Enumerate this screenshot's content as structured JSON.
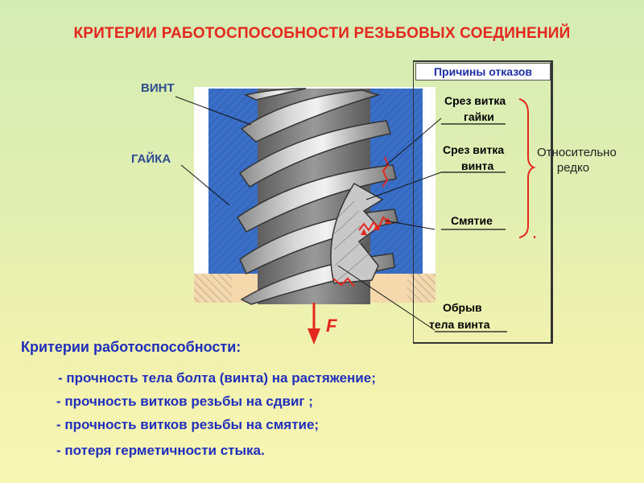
{
  "title": "КРИТЕРИИ РАБОТОСПОСОБНОСТИ РЕЗЬБОВЫХ СОЕДИНЕНИЙ",
  "parts": {
    "screw": "ВИНТ",
    "nut": "ГАЙКА"
  },
  "causes": {
    "header": "Причины отказов",
    "nut_thread_shear_line1": "Срез витка",
    "nut_thread_shear_line2": "гайки",
    "screw_thread_shear_line1": "Срез витка",
    "screw_thread_shear_line2": "винта",
    "crushing": "Смятие",
    "break_line1": "Обрыв",
    "break_line2": "тела винта",
    "relatively_rare_line1": "Относительно",
    "relatively_rare_line2": "редко"
  },
  "force_label": "F",
  "criteria": {
    "heading": "Критерии работоспособности:",
    "items": [
      "- прочность тела болта (винта) на растяжение;",
      "- прочность витков резьбы на сдвиг ;",
      "- прочность витков резьбы на смятие;",
      "- потеря герметичности стыка."
    ]
  },
  "colors": {
    "title": "#e4281e",
    "criteria_text": "#1f2fbc",
    "nut_blue": "#3a6fc8",
    "washer": "#f5d9ad",
    "bracket": "#e4281e"
  }
}
